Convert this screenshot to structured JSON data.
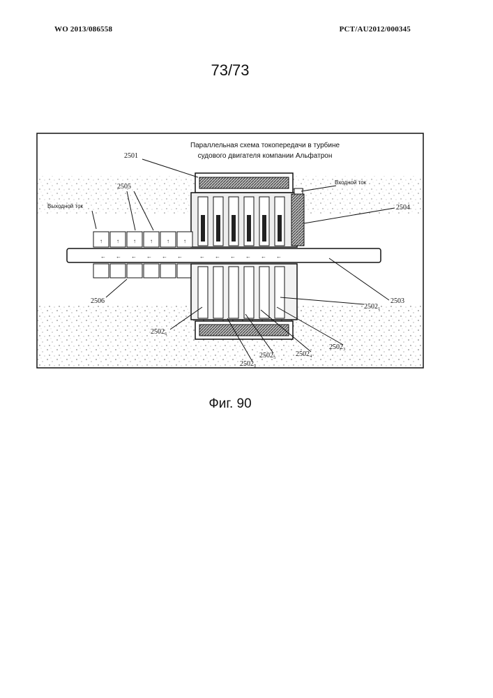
{
  "header": {
    "left": "WO 2013/086558",
    "right": "PCT/AU2012/000345"
  },
  "page_number": "73/73",
  "figure": {
    "title_line1": "Параллельная схема токопередачи в турбине",
    "title_line2": "судового двигателя компании Альфатрон",
    "label_input_current": "Входной ток",
    "label_output_current": "Выходной ток",
    "ref_2501": "2501",
    "ref_2505": "2505",
    "ref_2504": "2504",
    "ref_2503": "2503",
    "ref_2506": "2506",
    "ref_2502_1": "2502₁",
    "ref_2502_6": "2502₆",
    "ref_2502_5": "2502₅",
    "ref_2502_4": "2502₄",
    "ref_2502_3": "2502₃",
    "ref_2502_2": "2502₂"
  },
  "caption": "Фиг. 90"
}
